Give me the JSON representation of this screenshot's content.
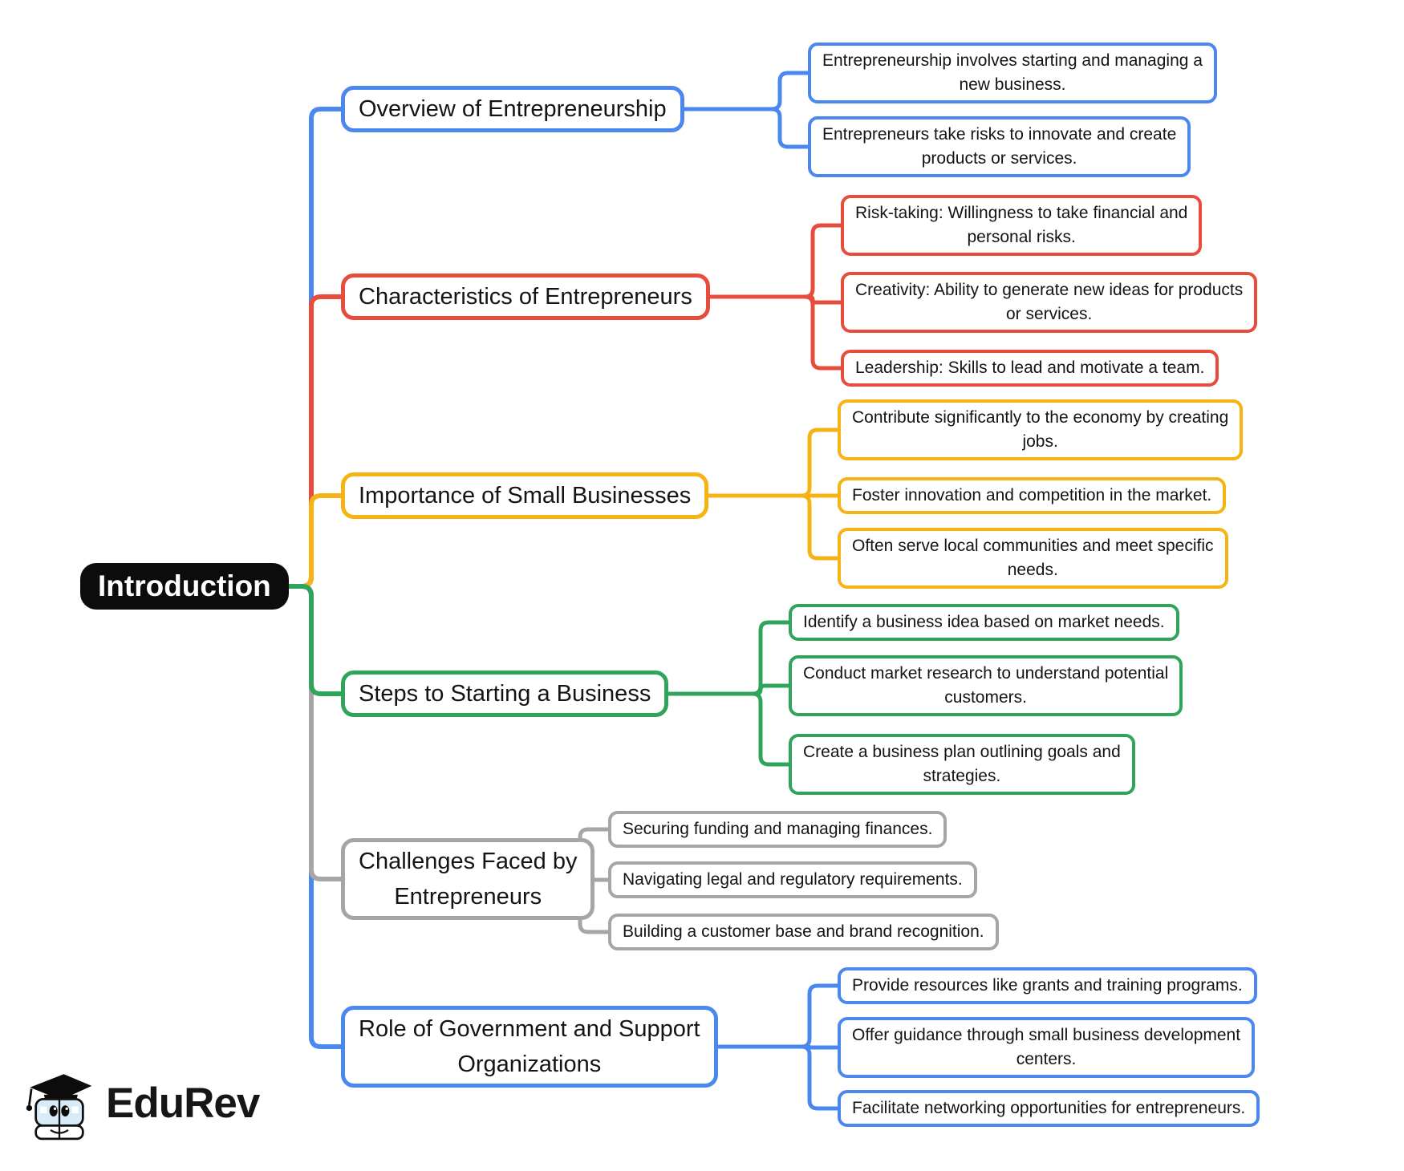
{
  "root": {
    "label": "Introduction"
  },
  "colors": {
    "blue": "#4a87ee",
    "red": "#e74c3c",
    "yellow": "#f5b314",
    "green": "#2fa45a",
    "gray": "#a6a6a6",
    "root_bg": "#0c0c0c"
  },
  "branches": [
    {
      "title": "Overview of Entrepreneurship",
      "color": "#4a87ee",
      "children": [
        "Entrepreneurship involves starting and managing a\nnew business.",
        "Entrepreneurs take risks to innovate and create\nproducts or services."
      ]
    },
    {
      "title": "Characteristics of Entrepreneurs",
      "color": "#e74c3c",
      "children": [
        "Risk-taking: Willingness to take financial and\npersonal risks.",
        "Creativity: Ability to generate new ideas for products\nor services.",
        "Leadership: Skills to lead and motivate a team."
      ]
    },
    {
      "title": "Importance of Small Businesses",
      "color": "#f5b314",
      "children": [
        "Contribute significantly to the economy by creating\njobs.",
        "Foster innovation and competition in the market.",
        "Often serve local communities and meet specific\nneeds."
      ]
    },
    {
      "title": "Steps to Starting a Business",
      "color": "#2fa45a",
      "children": [
        "Identify a business idea based on market needs.",
        "Conduct market research to understand potential\ncustomers.",
        "Create a business plan outlining goals and\nstrategies."
      ]
    },
    {
      "title": "Challenges Faced by\nEntrepreneurs",
      "color": "#a6a6a6",
      "children": [
        "Securing funding and managing finances.",
        "Navigating legal and regulatory requirements.",
        "Building a customer base and brand recognition."
      ]
    },
    {
      "title": "Role of Government and Support\nOrganizations",
      "color": "#4a87ee",
      "children": [
        "Provide resources like grants and training programs.",
        "Offer guidance through small business development\ncenters.",
        "Facilitate networking opportunities for entrepreneurs."
      ]
    }
  ],
  "logo": {
    "text": "EduRev"
  }
}
